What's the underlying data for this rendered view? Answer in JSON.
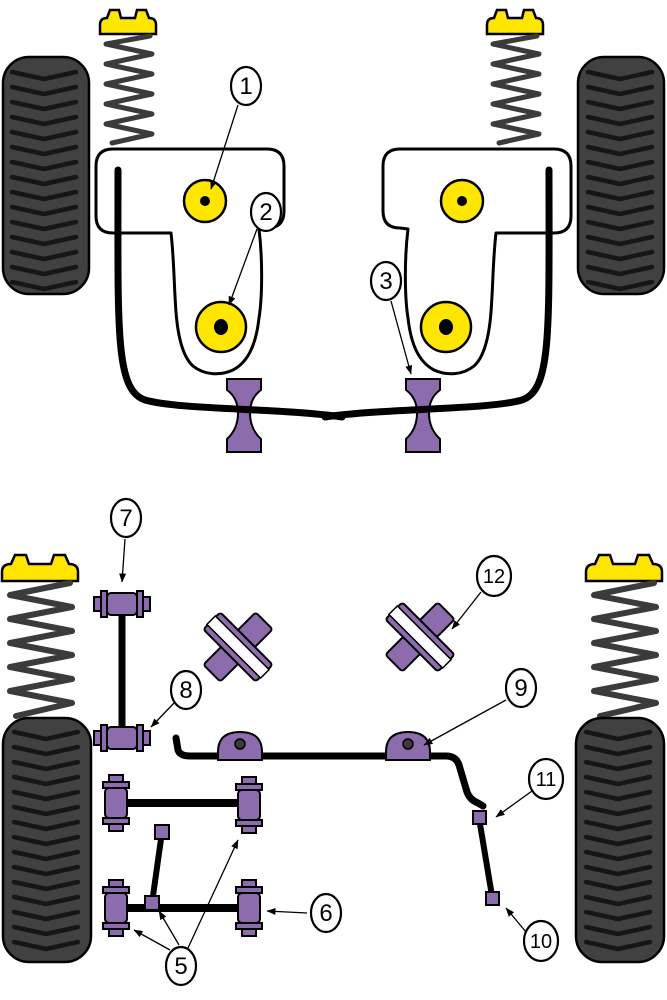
{
  "colors": {
    "background": "#ffffff",
    "yellow": "#ffe600",
    "purple": "#8d6cad",
    "tire": "#414141",
    "tread": "#161616",
    "spring": "#3b3b3b",
    "line": "#000000"
  },
  "callouts": {
    "c1": "1",
    "c2": "2",
    "c3": "3",
    "c5": "5",
    "c6": "6",
    "c7": "7",
    "c8": "8",
    "c9": "9",
    "c10": "10",
    "c11": "11",
    "c12": "12"
  }
}
